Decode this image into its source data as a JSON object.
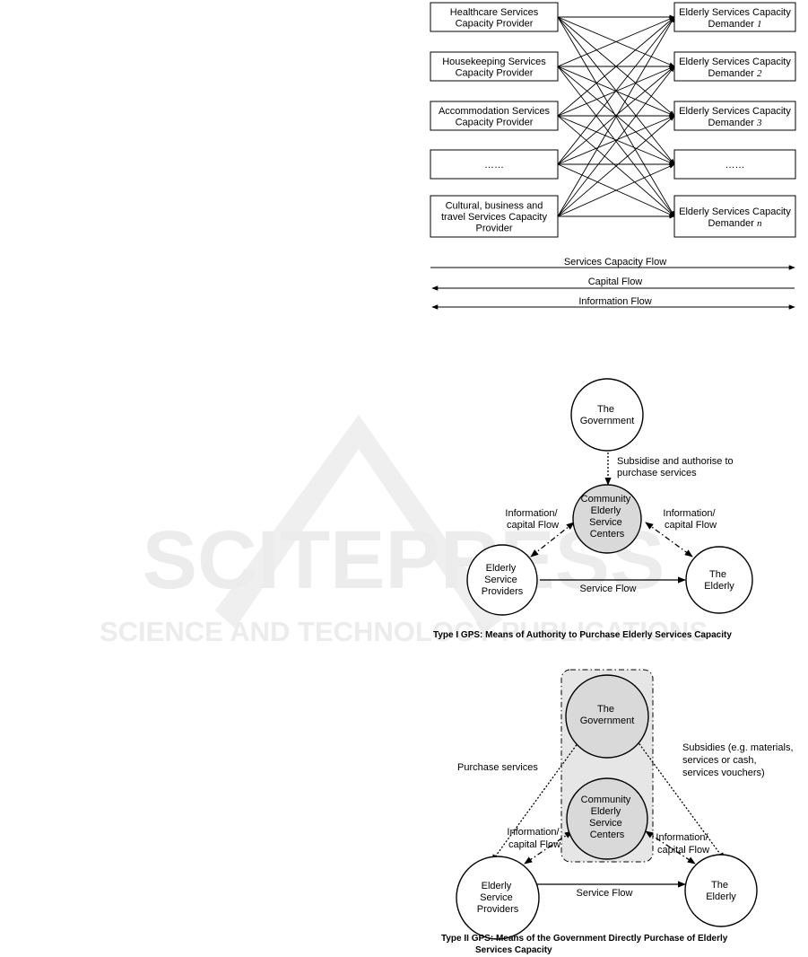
{
  "watermark": {
    "main": "SCITEPRESS",
    "sub": "SCIENCE AND TECHNOLOGY PUBLICATIONS"
  },
  "figure1": {
    "providers": [
      [
        "Healthcare Services",
        "Capacity Provider"
      ],
      [
        "Housekeeping Services",
        "Capacity Provider"
      ],
      [
        "Accommodation Services",
        "Capacity Provider"
      ],
      [
        "……"
      ],
      [
        "Cultural, business and",
        "travel Services Capacity",
        "Provider"
      ]
    ],
    "demanders": [
      {
        "line1": "Elderly Services Capacity",
        "line2": "Demander ",
        "idx": "1"
      },
      {
        "line1": "Elderly Services Capacity",
        "line2": "Demander ",
        "idx": "2"
      },
      {
        "line1": "Elderly Services Capacity",
        "line2": "Demander ",
        "idx": "3"
      },
      {
        "line1": "……",
        "line2": "",
        "idx": ""
      },
      {
        "line1": "Elderly Services Capacity",
        "line2": "Demander ",
        "idx": "n"
      }
    ],
    "flows": [
      "Services Capacity Flow",
      "Capital Flow",
      "Information Flow"
    ]
  },
  "figure2": {
    "government": [
      "The",
      "Government"
    ],
    "centers": [
      "Community",
      "Elderly",
      "Service",
      "Centers"
    ],
    "providers": [
      "Elderly",
      "Service",
      "Providers"
    ],
    "elderly": [
      "The",
      "Elderly"
    ],
    "subsidise": [
      "Subsidise and authorise to",
      "purchase services"
    ],
    "info_left": [
      "Information/",
      "capital Flow"
    ],
    "info_right": [
      "Information/",
      "capital Flow"
    ],
    "service_flow": "Service Flow",
    "caption": "Type I GPS: Means of Authority to Purchase Elderly Services Capacity"
  },
  "figure3": {
    "government": [
      "The",
      "Government"
    ],
    "centers": [
      "Community",
      "Elderly",
      "Service",
      "Centers"
    ],
    "providers": [
      "Elderly",
      "Service",
      "Providers"
    ],
    "elderly": [
      "The",
      "Elderly"
    ],
    "purchase": "Purchase services",
    "subsidies": [
      "Subsidies (e.g. materials,",
      "services or cash,",
      "services vouchers)"
    ],
    "info_left": [
      "Information/",
      "capital Flow"
    ],
    "info_right": [
      "Information/",
      "capital Flow"
    ],
    "service_flow": "Service Flow",
    "caption": [
      "Type II GPS: Means of the Government Directly Purchase of Elderly",
      "Services Capacity"
    ]
  }
}
